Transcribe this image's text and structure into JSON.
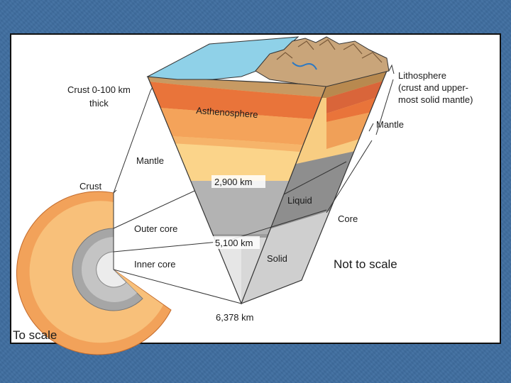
{
  "colors": {
    "background": "#3f6ea0",
    "panel": "#ffffff",
    "crust": "#c79a63",
    "asthenosphere": "#e9743a",
    "upper_mantle": "#f4a35a",
    "lower_mantle": "#fbd48a",
    "outer_core": "#9a9a9a",
    "inner_core": "#d8d8d8",
    "ocean": "#8fd1e8"
  },
  "labels": {
    "crust_thickness_line1": "Crust 0-100 km",
    "crust_thickness_line2": "thick",
    "lithosphere_line1": "Lithosphere",
    "lithosphere_line2": "(crust and upper-",
    "lithosphere_line3": "most solid mantle)",
    "asthenosphere": "Asthenosphere",
    "mantle_right": "Mantle",
    "mantle_left": "Mantle",
    "crust": "Crust",
    "depth_2900": "2,900 km",
    "liquid": "Liquid",
    "core": "Core",
    "outer_core": "Outer core",
    "depth_5100": "5,100 km",
    "solid": "Solid",
    "inner_core": "Inner core",
    "not_to_scale": "Not to scale",
    "depth_6378": "6,378 km",
    "to_scale": "To scale"
  }
}
